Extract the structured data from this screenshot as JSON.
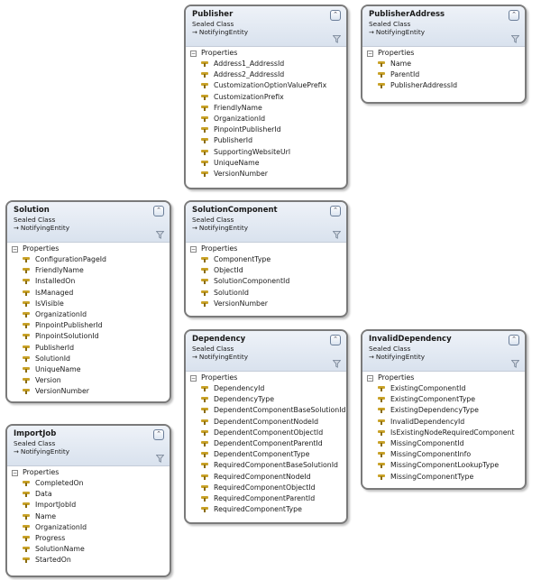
{
  "classes": [
    {
      "id": "publisher",
      "name": "Publisher",
      "kind": "Sealed Class",
      "base": "NotifyingEntity",
      "section": "Properties",
      "properties": [
        "Address1_AddressId",
        "Address2_AddressId",
        "CustomizationOptionValuePrefix",
        "CustomizationPrefix",
        "FriendlyName",
        "OrganizationId",
        "PinpointPublisherId",
        "PublisherId",
        "SupportingWebsiteUrl",
        "UniqueName",
        "VersionNumber"
      ]
    },
    {
      "id": "publisheraddress",
      "name": "PublisherAddress",
      "kind": "Sealed Class",
      "base": "NotifyingEntity",
      "section": "Properties",
      "properties": [
        "Name",
        "ParentId",
        "PublisherAddressId"
      ]
    },
    {
      "id": "solution",
      "name": "Solution",
      "kind": "Sealed Class",
      "base": "NotifyingEntity",
      "section": "Properties",
      "properties": [
        "ConfigurationPageId",
        "FriendlyName",
        "InstalledOn",
        "IsManaged",
        "IsVisible",
        "OrganizationId",
        "PinpointPublisherId",
        "PinpointSolutionId",
        "PublisherId",
        "SolutionId",
        "UniqueName",
        "Version",
        "VersionNumber"
      ]
    },
    {
      "id": "solutioncomponent",
      "name": "SolutionComponent",
      "kind": "Sealed Class",
      "base": "NotifyingEntity",
      "section": "Properties",
      "properties": [
        "ComponentType",
        "ObjectId",
        "SolutionComponentId",
        "SolutionId",
        "VersionNumber"
      ]
    },
    {
      "id": "dependency",
      "name": "Dependency",
      "kind": "Sealed Class",
      "base": "NotifyingEntity",
      "section": "Properties",
      "properties": [
        "DependencyId",
        "DependencyType",
        "DependentComponentBaseSolutionId",
        "DependentComponentNodeId",
        "DependentComponentObjectId",
        "DependentComponentParentId",
        "DependentComponentType",
        "RequiredComponentBaseSolutionId",
        "RequiredComponentNodeId",
        "RequiredComponentObjectId",
        "RequiredComponentParentId",
        "RequiredComponentType"
      ]
    },
    {
      "id": "invaliddependency",
      "name": "InvalidDependency",
      "kind": "Sealed Class",
      "base": "NotifyingEntity",
      "section": "Properties",
      "properties": [
        "ExistingComponentId",
        "ExistingComponentType",
        "ExistingDependencyType",
        "InvalidDependencyId",
        "IsExistingNodeRequiredComponent",
        "MissingComponentId",
        "MissingComponentInfo",
        "MissingComponentLookupType",
        "MissingComponentType"
      ]
    },
    {
      "id": "importjob",
      "name": "ImportJob",
      "kind": "Sealed Class",
      "base": "NotifyingEntity",
      "section": "Properties",
      "properties": [
        "CompletedOn",
        "Data",
        "ImportJobId",
        "Name",
        "OrganizationId",
        "Progress",
        "SolutionName",
        "StartedOn"
      ]
    }
  ]
}
